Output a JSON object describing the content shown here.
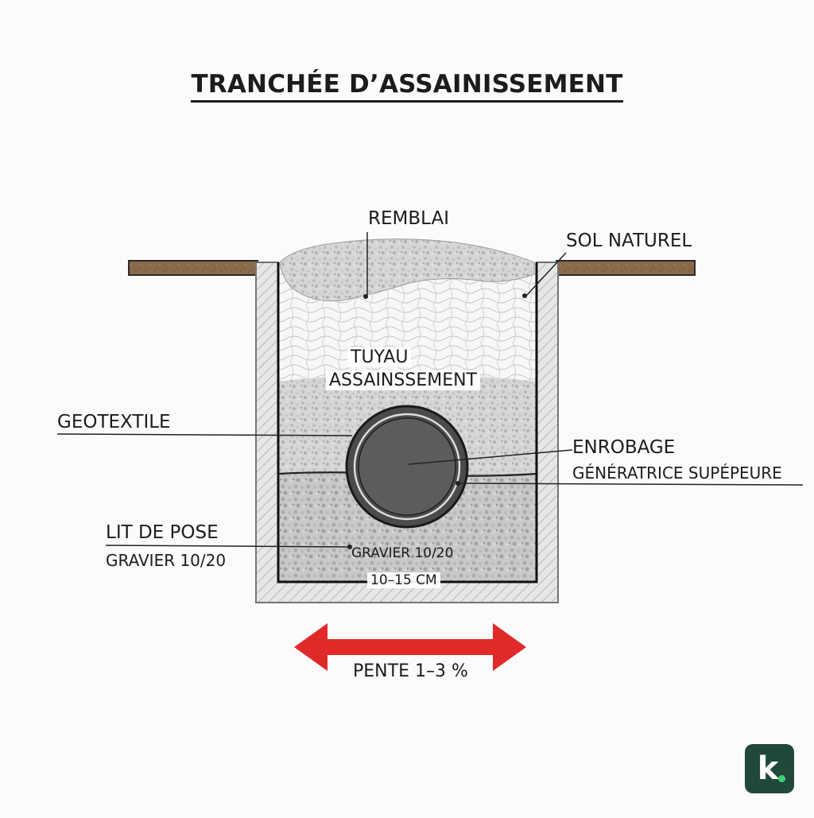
{
  "title": "TRANCHÉE D’ASSAINISSEMENT",
  "labels": {
    "remblai": "REMBLAI",
    "sol_naturel": "SOL NATUREL",
    "tuyau_line1": "TUYAU",
    "tuyau_line2": "ASSAINSSEMENT",
    "geotextile": "GEOTEXTILE",
    "enrobage": "ENROBAGE",
    "generatrice": "GÉNÉRATRICE SUPÉPEURE",
    "lit_de_pose": "LIT DE POSE",
    "gravier_left": "GRAVIER 10/20",
    "gravier_inner": "GRAVIER 10/20",
    "epaisseur": "10–15 CM",
    "pente": "PENTE 1–3 %"
  },
  "logo": {
    "letter": "k"
  },
  "colors": {
    "soil": "#8a6a48",
    "wall": "#e4e4e4",
    "gravel": "#cfcfcf",
    "pipe": "#5a5a5a",
    "arrow": "#e02a2a",
    "logo_bg": "#1f4a3a",
    "logo_dot": "#3fd27a"
  }
}
